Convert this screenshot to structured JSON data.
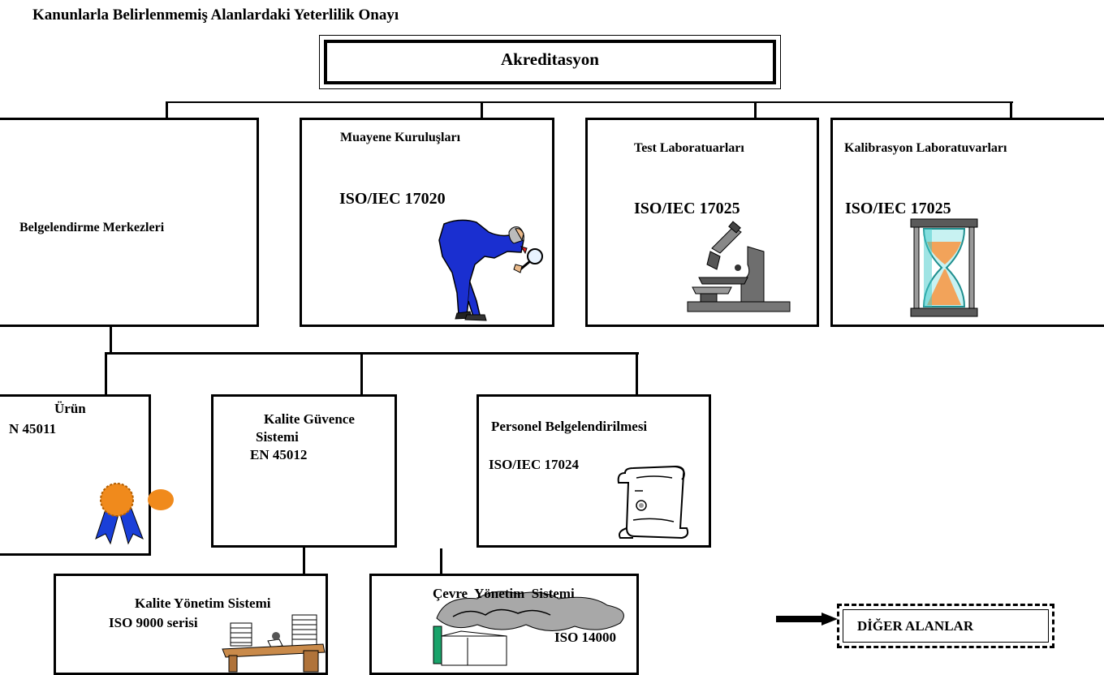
{
  "title": "Kanunlarla Belirlenmemiş Alanlardaki Yeterlilik  Onayı",
  "root": {
    "label": "Akreditasyon"
  },
  "level1": [
    {
      "label": "Belgelendirme Merkezleri",
      "standard": ""
    },
    {
      "label": "Muayene Kuruluşları",
      "standard": "ISO/IEC 17020"
    },
    {
      "label": "Test Laboratuarları",
      "standard": "ISO/IEC 17025"
    },
    {
      "label": "Kalibrasyon Laboratuvarları",
      "standard": "ISO/IEC 17025"
    }
  ],
  "level2": [
    {
      "label": "Ürün",
      "standard": "N 45011"
    },
    {
      "label_line1": "Kalite Güvence",
      "label_line2": "Sistemi",
      "standard": "EN 45012"
    },
    {
      "label": "Personel Belgelendirilmesi",
      "standard": "ISO/IEC 17024"
    }
  ],
  "level3": [
    {
      "label": "Kalite Yönetim Sistemi",
      "standard": "ISO 9000 serisi"
    },
    {
      "label": "Çevre  Yönetim  Sistemi",
      "standard": "ISO 14000"
    }
  ],
  "other": {
    "label": "DİĞER ALANLAR"
  },
  "icons": [
    "inspector-icon",
    "microscope-icon",
    "hourglass-icon",
    "ribbon-award-icon",
    "certificate-scroll-icon",
    "office-desk-icon",
    "factory-smoke-icon",
    "arrow-right-icon"
  ],
  "colors": {
    "line": "#000000",
    "inspector_suit": "#1a2fd0",
    "award_orange": "#f08a1c",
    "award_blue": "#1a3fd8",
    "hourglass_teal": "#3fc9c9",
    "smoke_gray": "#a8a8a8"
  }
}
